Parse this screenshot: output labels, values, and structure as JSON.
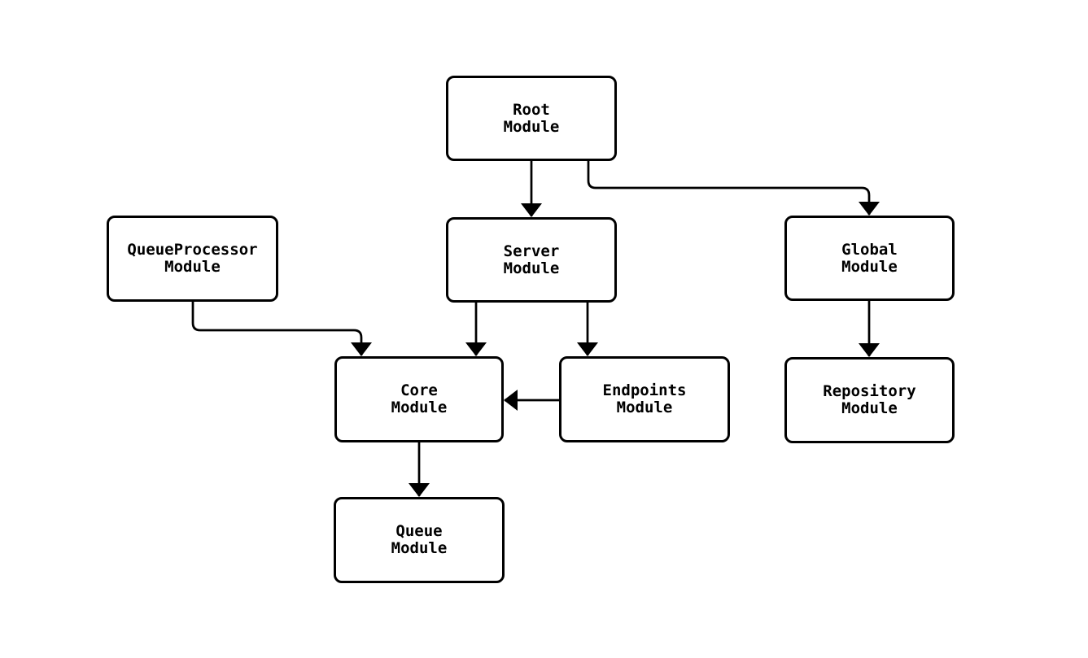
{
  "diagram": {
    "type": "module-dependency-flowchart",
    "background_color": "#ffffff",
    "node_fill_color": "#ffffff",
    "node_border_color": "#000000",
    "edge_color": "#000000",
    "text_color": "#000000",
    "nodes": {
      "root": {
        "line1": "Root",
        "line2": "Module"
      },
      "server": {
        "line1": "Server",
        "line2": "Module"
      },
      "queueprocessor": {
        "line1": "QueueProcessor",
        "line2": "Module"
      },
      "global": {
        "line1": "Global",
        "line2": "Module"
      },
      "core": {
        "line1": "Core",
        "line2": "Module"
      },
      "endpoints": {
        "line1": "Endpoints",
        "line2": "Module"
      },
      "repository": {
        "line1": "Repository",
        "line2": "Module"
      },
      "queue": {
        "line1": "Queue",
        "line2": "Module"
      }
    },
    "edges": [
      {
        "from": "Root Module",
        "to": "Server Module"
      },
      {
        "from": "Root Module",
        "to": "Global Module"
      },
      {
        "from": "QueueProcessor Module",
        "to": "Core Module"
      },
      {
        "from": "Server Module",
        "to": "Core Module"
      },
      {
        "from": "Server Module",
        "to": "Endpoints Module"
      },
      {
        "from": "Endpoints Module",
        "to": "Core Module"
      },
      {
        "from": "Global Module",
        "to": "Repository Module"
      },
      {
        "from": "Core Module",
        "to": "Queue Module"
      }
    ]
  }
}
